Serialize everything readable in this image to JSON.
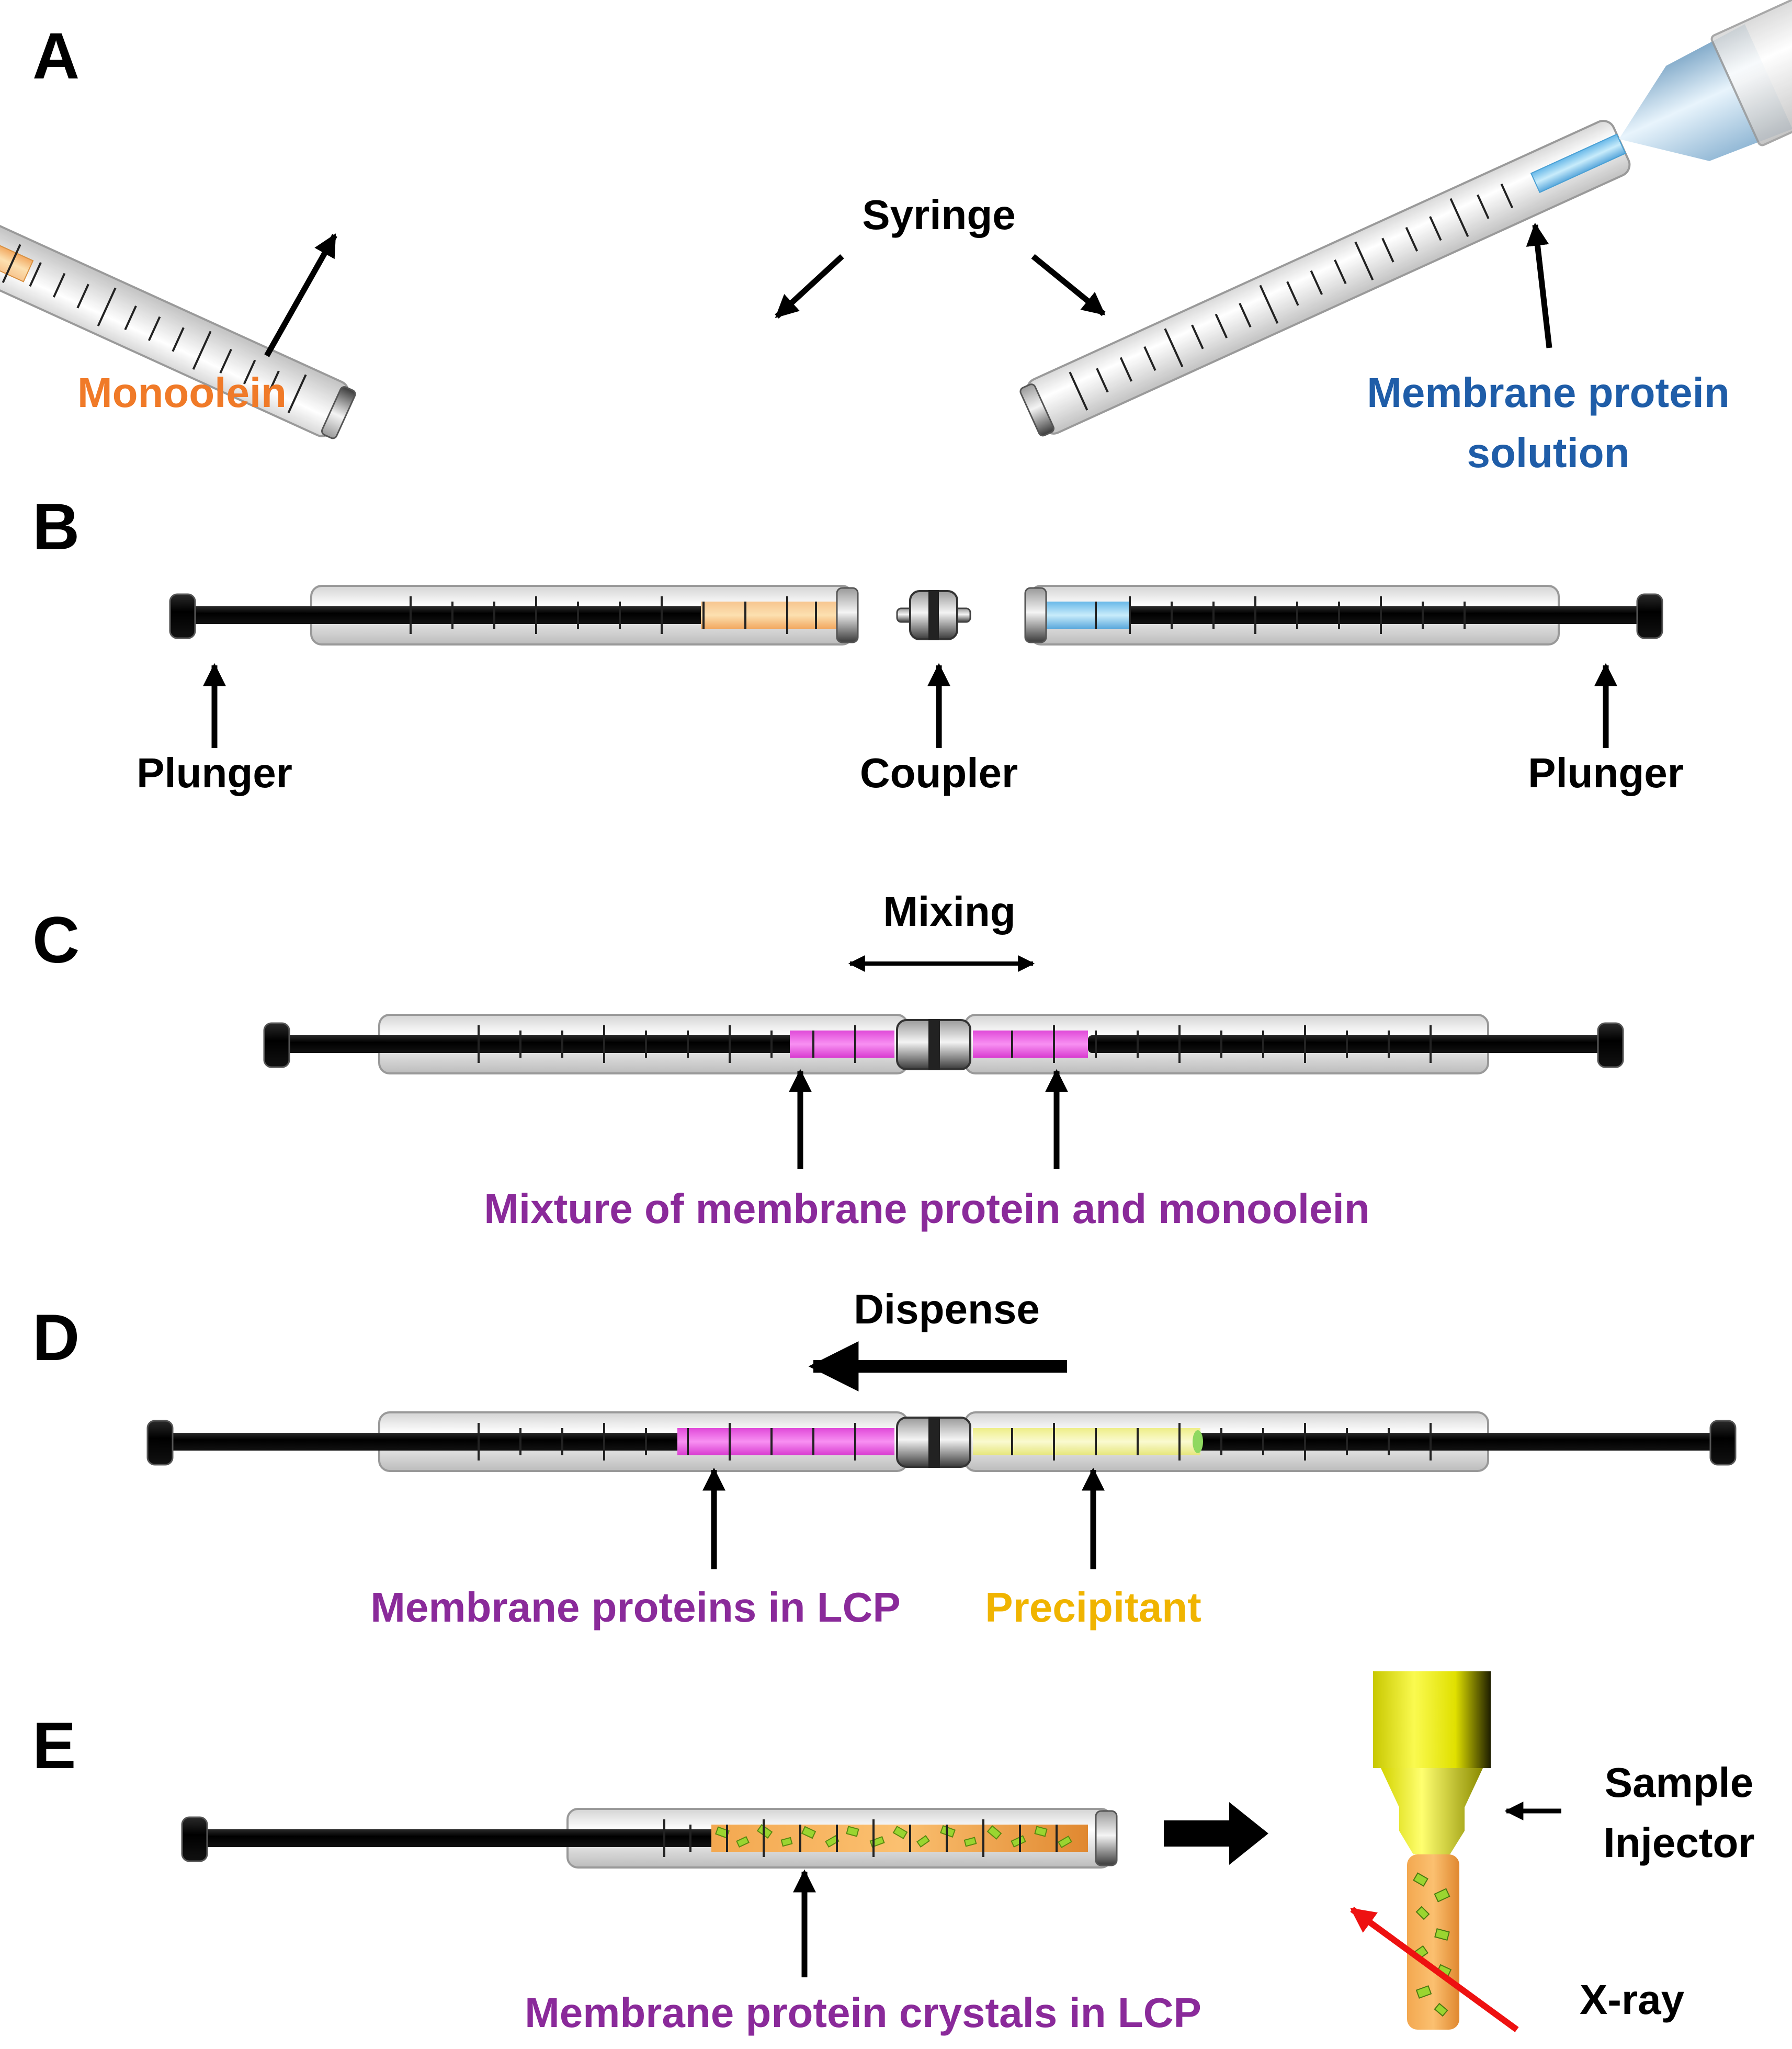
{
  "panels": {
    "A": {
      "letter": "A",
      "syringe_label": "Syringe",
      "monoolein_label": "Monoolein",
      "protein_label_line1": "Membrane protein",
      "protein_label_line2": "solution"
    },
    "B": {
      "letter": "B",
      "plunger_left_label": "Plunger",
      "coupler_label": "Coupler",
      "plunger_right_label": "Plunger"
    },
    "C": {
      "letter": "C",
      "mixing_label": "Mixing",
      "mixture_label": "Mixture of membrane protein and monoolein"
    },
    "D": {
      "letter": "D",
      "dispense_label": "Dispense",
      "lcp_label": "Membrane proteins in LCP",
      "precipitant_label": "Precipitant"
    },
    "E": {
      "letter": "E",
      "crystals_label": "Membrane protein crystals in LCP",
      "injector_label_line1": "Sample",
      "injector_label_line2": "Injector",
      "xray_label": "X-ray"
    }
  },
  "colors": {
    "monoolein": "#f07a28",
    "membrane_protein": "#1f5da8",
    "mixture": "#8a2a9a",
    "precipitant": "#f0b400",
    "lcp_pink": "#ee5ae6",
    "protein_blue": "#8fd0f2",
    "precipitant_yellow": "#f0f0a0",
    "injector_yellow": "#e8e800",
    "xray_red": "#ee1111"
  }
}
